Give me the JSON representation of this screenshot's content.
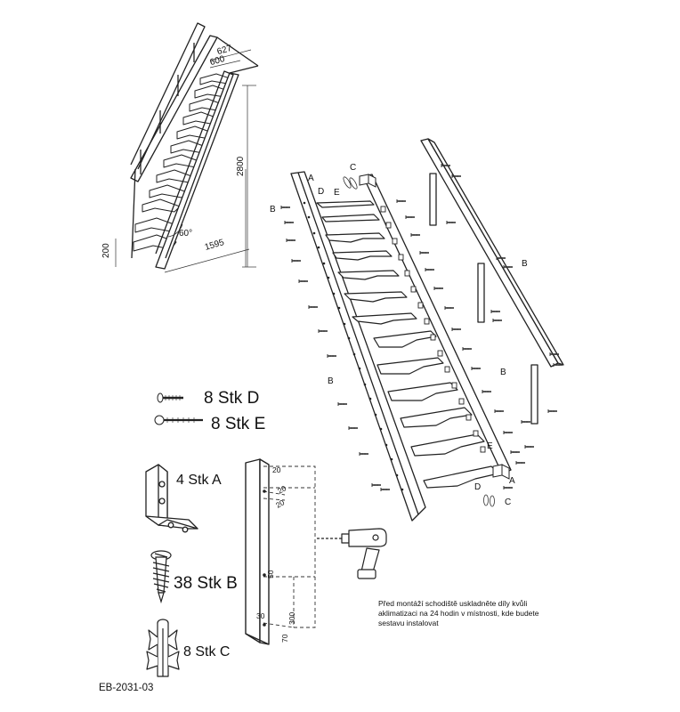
{
  "overview": {
    "dim_width_outer": "627",
    "dim_width_inner": "600",
    "dim_height": "2800",
    "dim_angle": "60°",
    "dim_length": "1595",
    "dim_bottom": "200"
  },
  "parts": {
    "d_label": "8 Stk D",
    "e_label": "8 Stk E",
    "a_label": "4 Stk A",
    "b_label": "38 Stk B",
    "c_label": "8 Stk C"
  },
  "exploded": {
    "letters": {
      "a_top": "A",
      "b_left_top": "B",
      "b_left_mid": "B",
      "b_right_top": "B",
      "b_right_mid": "B",
      "c_top": "C",
      "d_top": "D",
      "e_top": "E",
      "d_bottom": "D",
      "a_bottom": "A",
      "c_bottom": "C",
      "e_bottom": "E"
    }
  },
  "drilling": {
    "dim_20_top": "20",
    "dim_20_mid": "20",
    "dim_20_low": "20",
    "dim_50": "50",
    "dim_30": "30",
    "dim_300": "300",
    "dim_70": "70"
  },
  "note_lines": [
    "Před montáží schodiště uskladněte díly kvůli",
    "aklimatizaci na 24 hodin v místnosti, kde budete",
    "sestavu instalovat"
  ],
  "doc_code": "EB-2031-03"
}
